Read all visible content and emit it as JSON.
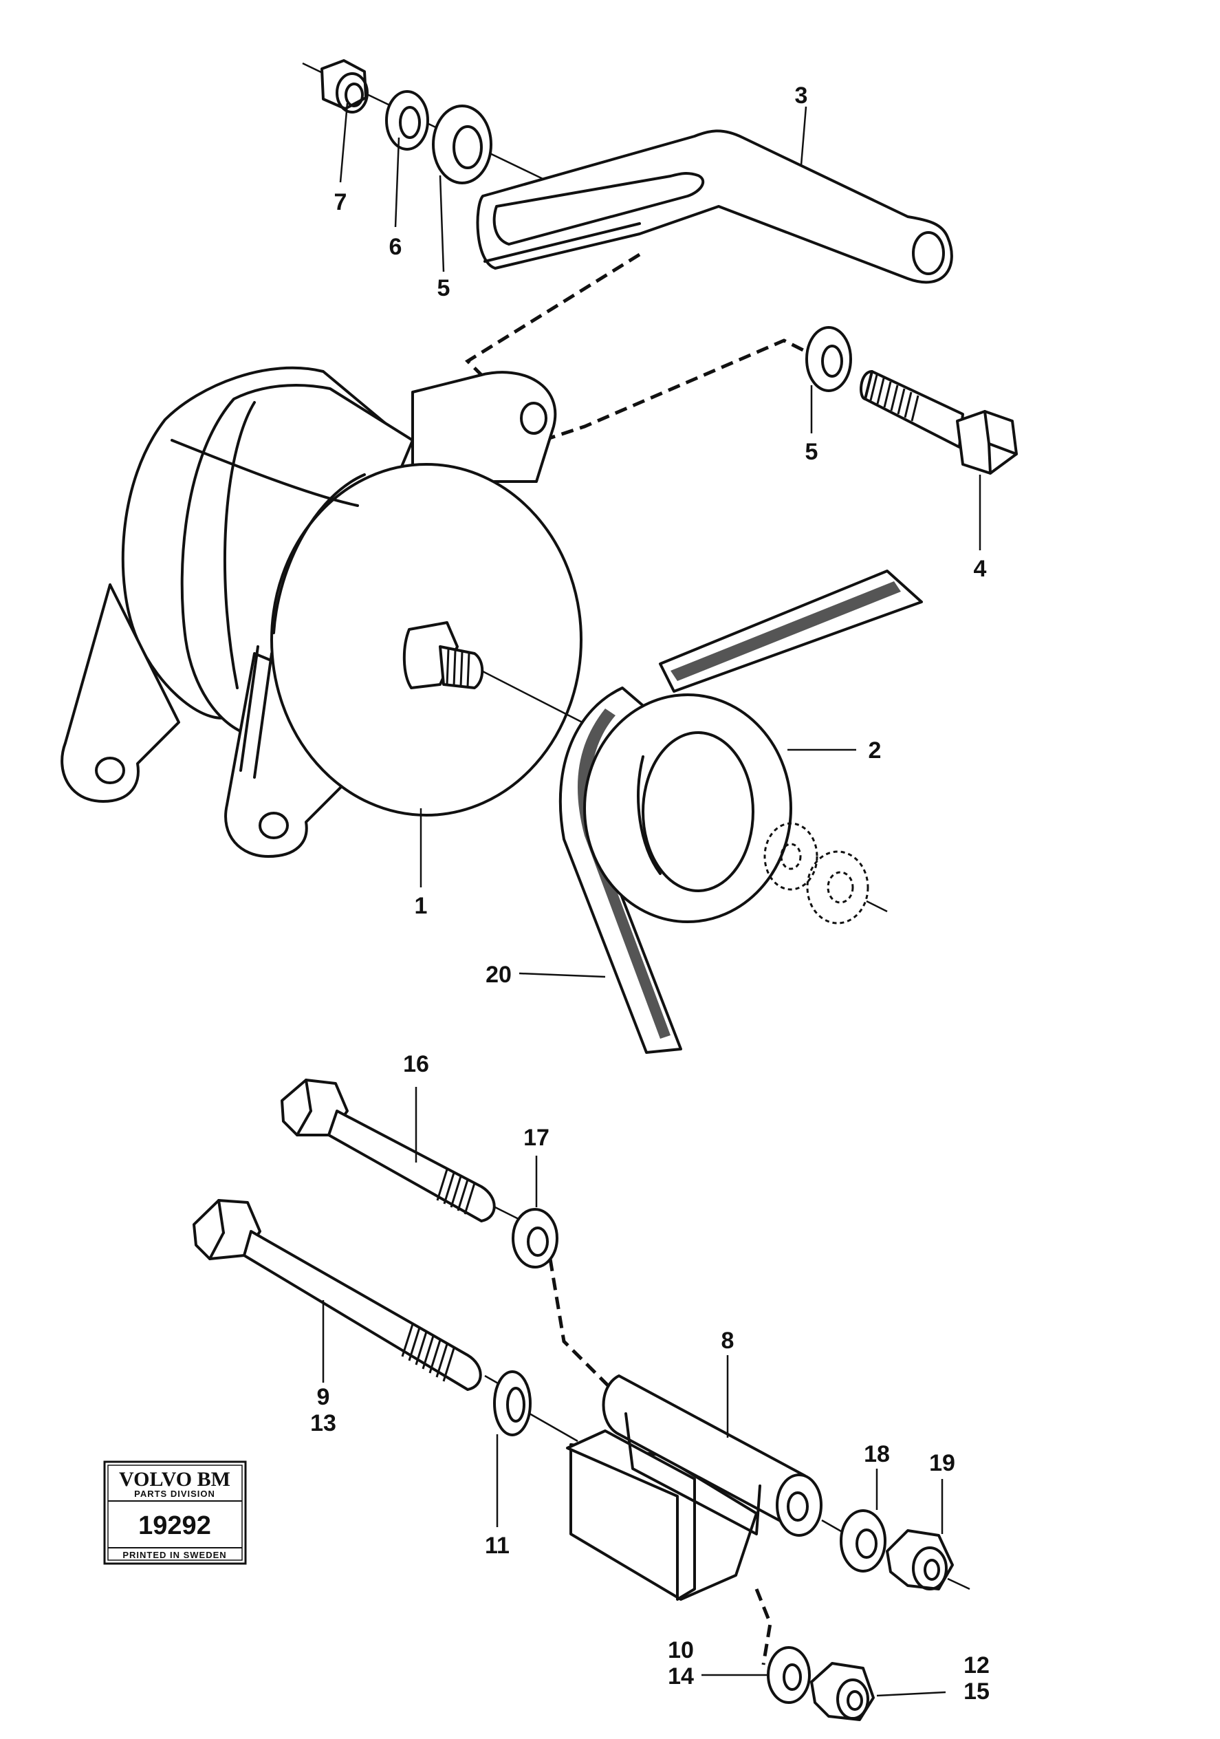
{
  "callouts": {
    "c1": "1",
    "c2": "2",
    "c3": "3",
    "c4": "4",
    "c5a": "5",
    "c5b": "5",
    "c6": "6",
    "c7": "7",
    "c8": "8",
    "c9": "9",
    "c13": "13",
    "c10": "10",
    "c14": "14",
    "c11": "11",
    "c12": "12",
    "c15": "15",
    "c16": "16",
    "c17": "17",
    "c18": "18",
    "c19": "19",
    "c20": "20"
  },
  "stamp": {
    "brand": "VOLVO BM",
    "division": "PARTS DIVISION",
    "number": "19292",
    "printed": "PRINTED IN SWEDEN"
  }
}
